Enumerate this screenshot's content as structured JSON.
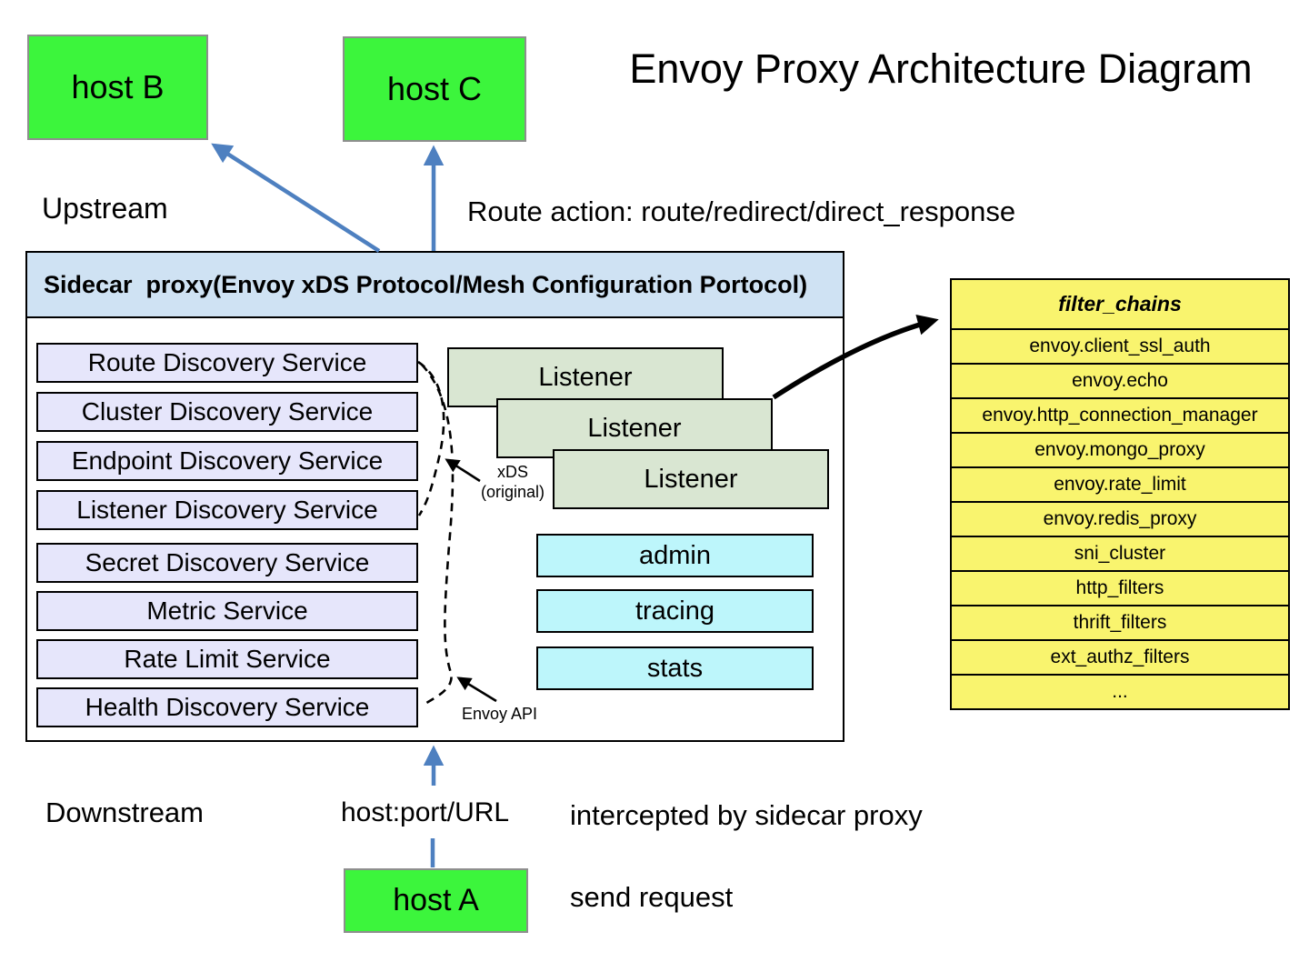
{
  "title": "Envoy Proxy Architecture Diagram",
  "hosts": {
    "a": "host A",
    "b": "host B",
    "c": "host C"
  },
  "labels": {
    "upstream": "Upstream",
    "downstream": "Downstream",
    "route_action": "Route action: route/redirect/direct_response",
    "host_port_url": "host:port/URL",
    "intercepted": "intercepted by sidecar proxy",
    "send_request": "send request",
    "xds_line1": "xDS",
    "xds_line2": "(original)",
    "envoy_api": "Envoy API"
  },
  "sidecar": {
    "header": "Sidecar  proxy(Envoy xDS Protocol/Mesh Configuration Portocol)",
    "services": [
      {
        "label": "Route Discovery Service"
      },
      {
        "label": "Cluster Discovery Service"
      },
      {
        "label": "Endpoint Discovery Service"
      },
      {
        "label": "Listener Discovery Service"
      },
      {
        "label": "Secret Discovery Service"
      },
      {
        "label": "Metric Service"
      },
      {
        "label": "Rate Limit Service"
      },
      {
        "label": "Health Discovery Service"
      }
    ],
    "listeners": [
      {
        "label": "Listener"
      },
      {
        "label": "Listener"
      },
      {
        "label": "Listener"
      }
    ],
    "panels": [
      {
        "label": "admin"
      },
      {
        "label": "tracing"
      },
      {
        "label": "stats"
      }
    ]
  },
  "filter_chains": {
    "header": "filter_chains",
    "rows": [
      {
        "label": "envoy.client_ssl_auth"
      },
      {
        "label": "envoy.echo"
      },
      {
        "label": "envoy.http_connection_manager"
      },
      {
        "label": "envoy.mongo_proxy"
      },
      {
        "label": "envoy.rate_limit"
      },
      {
        "label": "envoy.redis_proxy"
      },
      {
        "label": "sni_cluster"
      },
      {
        "label": "http_filters"
      },
      {
        "label": "thrift_filters"
      },
      {
        "label": "ext_authz_filters"
      },
      {
        "label": "..."
      }
    ]
  },
  "colors": {
    "host_green": "#3cf53c",
    "header_blue": "#cfe2f3",
    "service_lavender": "#e6e6fb",
    "listener_sage": "#d9e6d2",
    "panel_cyan": "#bdf6fb",
    "filter_yellow": "#f9f46e",
    "arrow_blue": "#4e80c0"
  }
}
